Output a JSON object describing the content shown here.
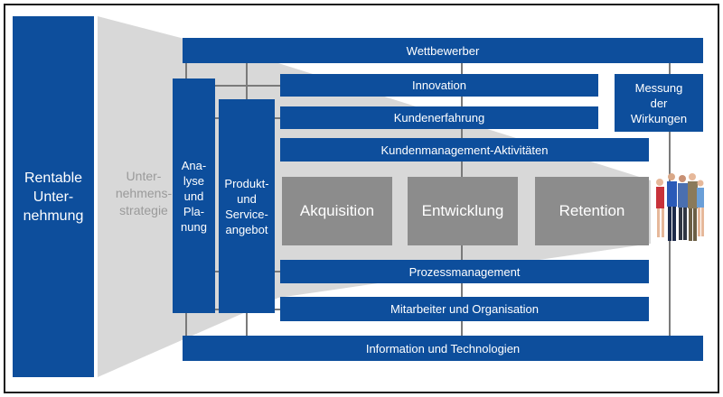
{
  "left_block": "Rentable\nUnter-\nnehmung",
  "strategy_label": "Unter-\nnehmens-\nstrategie",
  "bars": {
    "wettbewerber": "Wettbewerber",
    "innovation": "Innovation",
    "kundenerfahrung": "Kundenerfahrung",
    "kundenmanagement": "Kundenmanagement-Aktivitäten",
    "prozessmanagement": "Prozessmanagement",
    "mitarbeiter": "Mitarbeiter und Organisation",
    "information": "Information und Technologien"
  },
  "columns": {
    "analyse": "Ana-\nlyse\nund\nPla-\nnung",
    "produkt": "Produkt-\nund\nService-\nangebot"
  },
  "messung": "Messung\nder\nWirkungen",
  "stages": [
    "Akquisition",
    "Entwicklung",
    "Retention"
  ],
  "colors": {
    "blue": "#0d4e9c",
    "gray_box": "#8c8c8c",
    "funnel": "#d8d8d8"
  }
}
